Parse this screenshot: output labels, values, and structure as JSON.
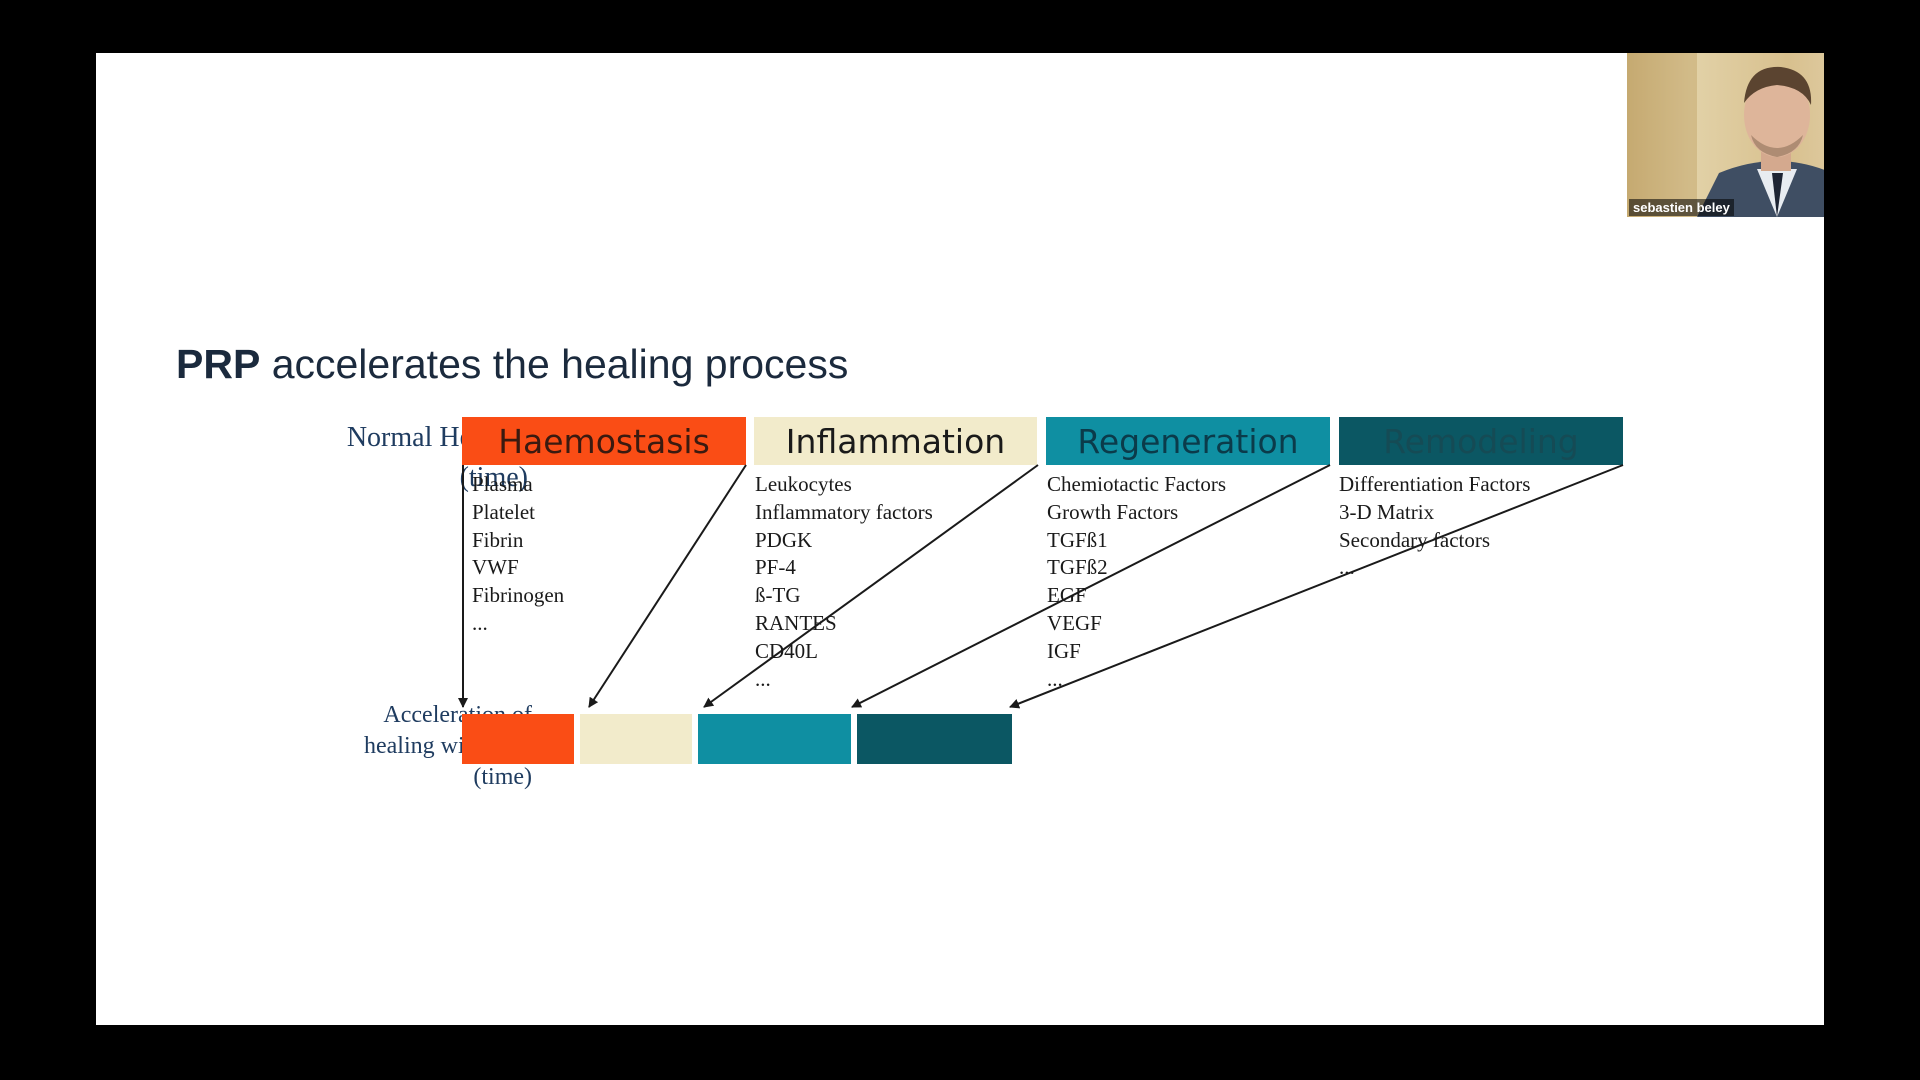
{
  "slide": {
    "title_bold": "PRP",
    "title_rest": " accelerates the healing process",
    "normal_label": [
      "Normal Healing",
      "(time)"
    ],
    "accel_label": [
      "Acceleration of",
      "healing with PRP",
      "(time)"
    ],
    "phases": [
      {
        "name": "Haemostasis",
        "color": "#fa4d15",
        "text_color": "#3a1a10",
        "items": [
          "Plasma",
          "Platelet",
          "Fibrin",
          "VWF",
          "Fibrinogen",
          "..."
        ]
      },
      {
        "name": "Inflammation",
        "color": "#f2ebcb",
        "text_color": "#1a1a1a",
        "items": [
          "Leukocytes",
          "Inflammatory factors",
          "PDGK",
          "PF-4",
          "ß-TG",
          "RANTES",
          "CD40L",
          "..."
        ]
      },
      {
        "name": "Regeneration",
        "color": "#0f8fa2",
        "text_color": "#0b3b4a",
        "items": [
          "Chemiotactic Factors",
          "Growth Factors",
          "TGFß1",
          "TGFß2",
          "EGF",
          "VEGF",
          "IGF",
          "..."
        ]
      },
      {
        "name": "Remodeling",
        "color": "#0b5763",
        "text_color": "#154b55",
        "items": [
          "Differentiation Factors",
          "3-D Matrix",
          "Secondary factors",
          "..."
        ]
      }
    ]
  },
  "webcam": {
    "participant_name": "sebastien beley"
  }
}
